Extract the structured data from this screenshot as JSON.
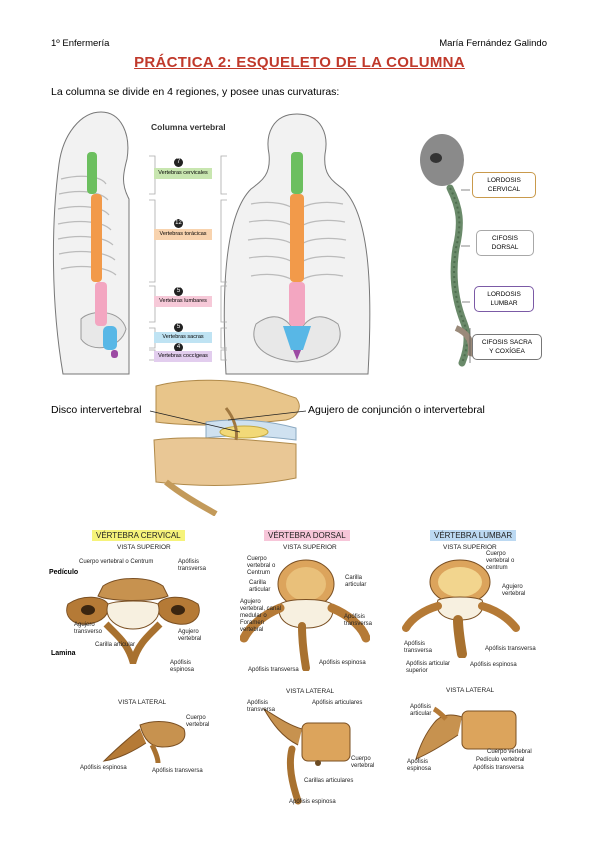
{
  "header": {
    "left": "1º Enfermería",
    "right": "María Fernández Galindo",
    "title": "PRÁCTICA 2: ESQUELETO DE LA COLUMNA"
  },
  "intro": "La columna se divide en 4 regiones, y posee unas curvaturas:",
  "column_figure": {
    "title": "Columna vertebral",
    "regions": [
      {
        "count": "7",
        "label": "Vertebras cervicales",
        "color": "#c8e6b0"
      },
      {
        "count": "12",
        "label": "Vertebras torácicas",
        "color": "#f8d3ae"
      },
      {
        "count": "5",
        "label": "Vertebras lumbares",
        "color": "#f6c9d8"
      },
      {
        "count": "5",
        "label": "Vertebras sacras",
        "color": "#bfe3f3"
      },
      {
        "count": "4",
        "label": "Vertebras coccígeas",
        "color": "#e2cdee"
      }
    ]
  },
  "curvatures": [
    {
      "l1": "LORDOSIS",
      "l2": "CERVICAL",
      "color": "#c99a4c"
    },
    {
      "l1": "CIFOSIS",
      "l2": "DORSAL",
      "color": "#a8a8a8"
    },
    {
      "l1": "LORDOSIS",
      "l2": "LUMBAR",
      "color": "#7b5aa6"
    },
    {
      "l1": "CIFOSIS SACRA",
      "l2": "Y COXÍGEA",
      "color": "#777777"
    }
  ],
  "disc_labels": {
    "disco": "Disco intervertebral",
    "agujero": "Agujero de conjunción o intervertebral"
  },
  "vertebrae": {
    "cervical": {
      "banner": "VÉRTEBRA CERVICAL",
      "banner_color": "#f6f37a",
      "superior": "VISTA SUPERIOR",
      "lateral": "VISTA LATERAL",
      "labels": {
        "cuerpo": "Cuerpo vertebral o Centrum",
        "apofisis_transversa": "Apófisis transversa",
        "pediculo": "Pedículo",
        "agujero_transverso": "Agujero transverso",
        "carilla": "Carilla articular",
        "agujero_vertebral": "Agujero vertebral",
        "apofisis_espinosa": "Apófisis espinosa",
        "lamina": "Lamina",
        "lat_cuerpo": "Cuerpo vertebral",
        "lat_espinosa": "Apófisis espinosa",
        "lat_transversa": "Apófisis transversa"
      }
    },
    "dorsal": {
      "banner": "VÉRTEBRA DORSAL",
      "banner_color": "#f7c6d9",
      "superior": "VISTA SUPERIOR",
      "lateral": "VISTA LATERAL",
      "labels": {
        "cuerpo": "Cuerpo vertebral o Centrum",
        "carilla_left": "Carilla articular",
        "carilla_right": "Carilla articular",
        "agujero": "Agujero vertebral, canal medular o Foramen vertebral",
        "apofisis_transversa_right": "Apófisis transversa",
        "apofisis_transversa": "Apófisis transversa",
        "apofisis_espinosa": "Apófisis espinosa",
        "lat_transversa": "Apófisis transversa",
        "lat_articulares": "Apófisis articulares",
        "lat_cuerpo": "Cuerpo vertebral",
        "lat_carillas": "Carillas articulares",
        "lat_espinosa": "Apófisis espinosa"
      }
    },
    "lumbar": {
      "banner": "VÉRTEBRA LUMBAR",
      "banner_color": "#bcd9f2",
      "superior": "VISTA SUPERIOR",
      "lateral": "VISTA LATERAL",
      "labels": {
        "cuerpo": "Cuerpo vertebral o centrum",
        "agujero": "Agujero vertebral",
        "apofisis_transversa_left": "Apófisis transversa",
        "apofisis_articular": "Apófisis articular superior",
        "apofisis_transversa_right": "Apófisis transversa",
        "apofisis_espinosa": "Apófisis espinosa",
        "lat_articular": "Apófisis articular",
        "lat_espinosa": "Apófisis espinosa",
        "lat_cuerpo": "Cuerpo vertebral",
        "lat_pediculo": "Pedículo vertebral",
        "lat_transversa": "Apófisis transversa"
      }
    }
  }
}
